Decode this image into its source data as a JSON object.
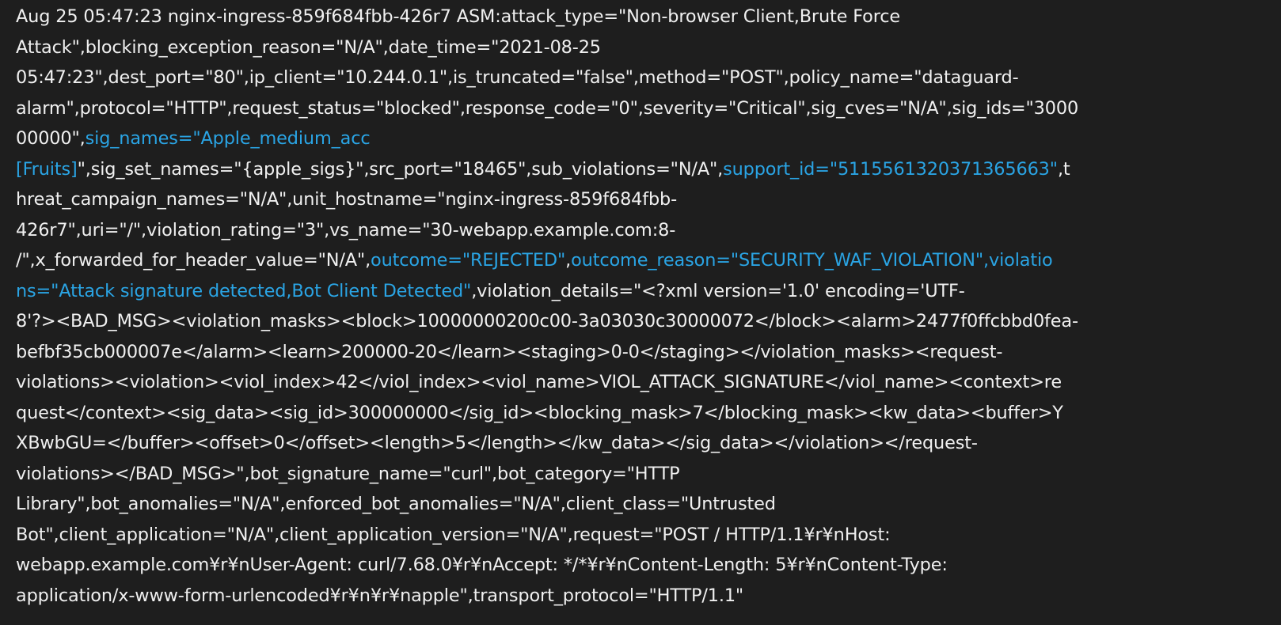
{
  "colors": {
    "background": "#1e1e1e",
    "text": "#f0f0f0",
    "highlight": "#2aa4e4"
  },
  "log": {
    "lines": [
      [
        {
          "t": "Aug 25 05:47:23 nginx-ingress-859f684fbb-426r7 ASM:attack_type=\"Non-browser Client,Brute Force",
          "hl": false
        }
      ],
      [
        {
          "t": "Attack\",blocking_exception_reason=\"N/A\",date_time=\"2021-08-25",
          "hl": false
        }
      ],
      [
        {
          "t": "05:47:23\",dest_port=\"80\",ip_client=\"10.244.0.1\",is_truncated=\"false\",method=\"POST\",policy_name=\"dataguard-",
          "hl": false
        }
      ],
      [
        {
          "t": "alarm\",protocol=\"HTTP\",request_status=\"blocked\",response_code=\"0\",severity=\"Critical\",sig_cves=\"N/A\",sig_ids=\"3000",
          "hl": false
        }
      ],
      [
        {
          "t": "00000\",",
          "hl": false
        },
        {
          "t": "sig_names=\"Apple_medium_acc",
          "hl": true
        }
      ],
      [
        {
          "t": "[Fruits]",
          "hl": true
        },
        {
          "t": "\",sig_set_names=\"{apple_sigs}\",src_port=\"18465\",sub_violations=\"N/A\",",
          "hl": false
        },
        {
          "t": "support_id=\"5115561320371365663\"",
          "hl": true
        },
        {
          "t": ",t",
          "hl": false
        }
      ],
      [
        {
          "t": "hreat_campaign_names=\"N/A\",unit_hostname=\"nginx-ingress-859f684fbb-",
          "hl": false
        }
      ],
      [
        {
          "t": "426r7\",uri=\"/\",violation_rating=\"3\",vs_name=\"30-webapp.example.com:8-",
          "hl": false
        }
      ],
      [
        {
          "t": "/\",x_forwarded_for_header_value=\"N/A\",",
          "hl": false
        },
        {
          "t": "outcome=\"REJECTED\"",
          "hl": true
        },
        {
          "t": ",",
          "hl": false
        },
        {
          "t": "outcome_reason=\"SECURITY_WAF_VIOLATION\",violatio",
          "hl": true
        }
      ],
      [
        {
          "t": "ns=\"Attack signature detected,Bot Client Detected\"",
          "hl": true
        },
        {
          "t": ",violation_details=\"<?xml version='1.0' encoding='UTF-",
          "hl": false
        }
      ],
      [
        {
          "t": "8'?><BAD_MSG><violation_masks><block>10000000200c00-3a03030c30000072</block><alarm>2477f0ffcbbd0fea-",
          "hl": false
        }
      ],
      [
        {
          "t": "befbf35cb000007e</alarm><learn>200000-20</learn><staging>0-0</staging></violation_masks><request-",
          "hl": false
        }
      ],
      [
        {
          "t": "violations><violation><viol_index>42</viol_index><viol_name>VIOL_ATTACK_SIGNATURE</viol_name><context>re",
          "hl": false
        }
      ],
      [
        {
          "t": "quest</context><sig_data><sig_id>300000000</sig_id><blocking_mask>7</blocking_mask><kw_data><buffer>Y",
          "hl": false
        }
      ],
      [
        {
          "t": "XBwbGU=</buffer><offset>0</offset><length>5</length></kw_data></sig_data></violation></request-",
          "hl": false
        }
      ],
      [
        {
          "t": "violations></BAD_MSG>\",bot_signature_name=\"curl\",bot_category=\"HTTP",
          "hl": false
        }
      ],
      [
        {
          "t": "Library\",bot_anomalies=\"N/A\",enforced_bot_anomalies=\"N/A\",client_class=\"Untrusted",
          "hl": false
        }
      ],
      [
        {
          "t": "Bot\",client_application=\"N/A\",client_application_version=\"N/A\",request=\"POST / HTTP/1.1¥r¥nHost:",
          "hl": false
        }
      ],
      [
        {
          "t": "webapp.example.com¥r¥nUser-Agent: curl/7.68.0¥r¥nAccept: */*¥r¥nContent-Length: 5¥r¥nContent-Type:",
          "hl": false
        }
      ],
      [
        {
          "t": "application/x-www-form-urlencoded¥r¥n¥r¥napple\",transport_protocol=\"HTTP/1.1\"",
          "hl": false
        }
      ]
    ]
  }
}
